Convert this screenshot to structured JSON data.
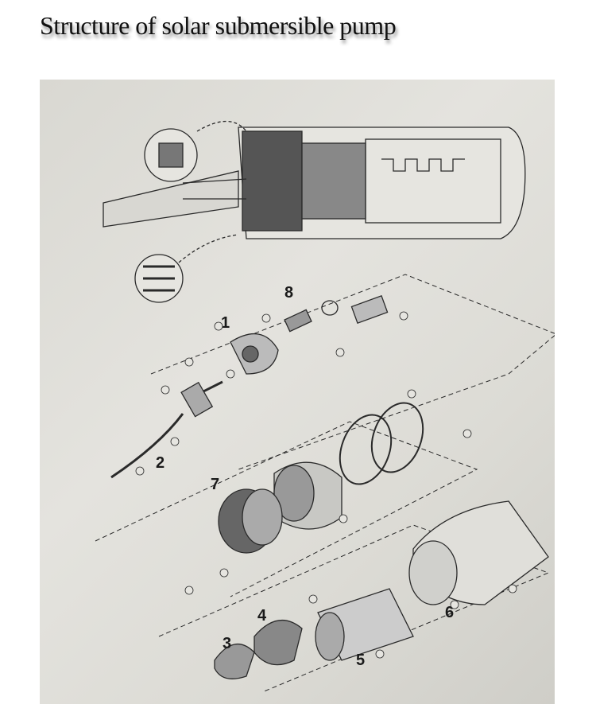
{
  "title": "Structure of solar submersible pump",
  "diagram": {
    "part_labels": [
      "1",
      "2",
      "3",
      "4",
      "5",
      "6",
      "7",
      "8"
    ]
  }
}
